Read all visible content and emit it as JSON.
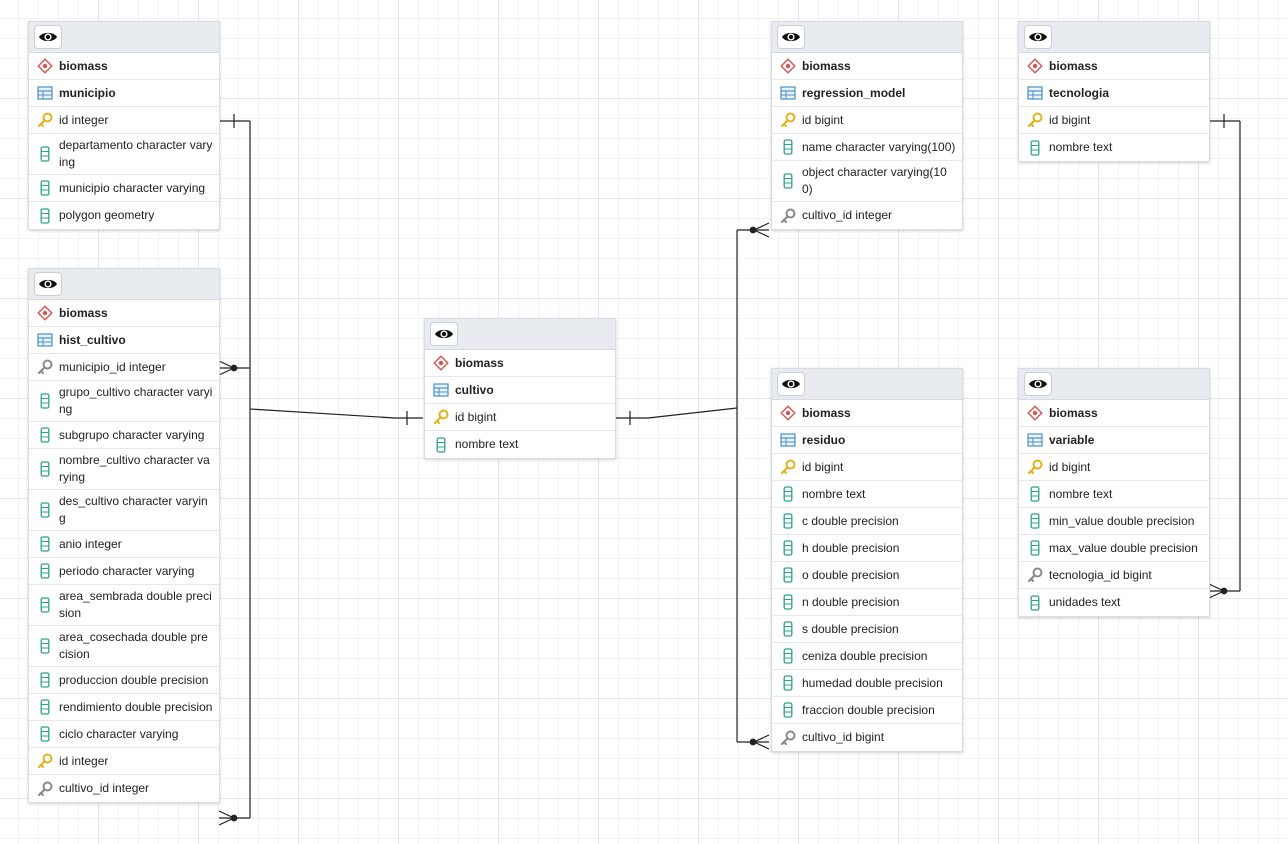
{
  "tables": {
    "municipio": {
      "schema": "biomass",
      "name": "municipio",
      "columns": [
        {
          "text": "id integer",
          "icon": "primary-key-icon"
        },
        {
          "text": "departamento character varying",
          "icon": "column-icon"
        },
        {
          "text": "municipio character varying",
          "icon": "column-icon"
        },
        {
          "text": "polygon geometry",
          "icon": "column-icon"
        }
      ]
    },
    "hist_cultivo": {
      "schema": "biomass",
      "name": "hist_cultivo",
      "columns": [
        {
          "text": "municipio_id integer",
          "icon": "foreign-key-icon"
        },
        {
          "text": "grupo_cultivo character varying",
          "icon": "column-icon"
        },
        {
          "text": "subgrupo character varying",
          "icon": "column-icon"
        },
        {
          "text": "nombre_cultivo character varying",
          "icon": "column-icon"
        },
        {
          "text": "des_cultivo character varying",
          "icon": "column-icon"
        },
        {
          "text": "anio integer",
          "icon": "column-icon"
        },
        {
          "text": "periodo character varying",
          "icon": "column-icon"
        },
        {
          "text": "area_sembrada double precision",
          "icon": "column-icon"
        },
        {
          "text": "area_cosechada double precision",
          "icon": "column-icon"
        },
        {
          "text": "produccion double precision",
          "icon": "column-icon"
        },
        {
          "text": "rendimiento double precision",
          "icon": "column-icon"
        },
        {
          "text": "ciclo character varying",
          "icon": "column-icon"
        },
        {
          "text": "id integer",
          "icon": "primary-key-icon"
        },
        {
          "text": "cultivo_id integer",
          "icon": "foreign-key-icon"
        }
      ]
    },
    "cultivo": {
      "schema": "biomass",
      "name": "cultivo",
      "columns": [
        {
          "text": "id bigint",
          "icon": "primary-key-icon"
        },
        {
          "text": "nombre text",
          "icon": "column-icon"
        }
      ]
    },
    "regression_model": {
      "schema": "biomass",
      "name": "regression_model",
      "columns": [
        {
          "text": "id bigint",
          "icon": "primary-key-icon"
        },
        {
          "text": "name character varying(100)",
          "icon": "column-icon"
        },
        {
          "text": "object character varying(100)",
          "icon": "column-icon"
        },
        {
          "text": "cultivo_id integer",
          "icon": "foreign-key-icon"
        }
      ]
    },
    "tecnologia": {
      "schema": "biomass",
      "name": "tecnologia",
      "columns": [
        {
          "text": "id bigint",
          "icon": "primary-key-icon"
        },
        {
          "text": "nombre text",
          "icon": "column-icon"
        }
      ]
    },
    "residuo": {
      "schema": "biomass",
      "name": "residuo",
      "columns": [
        {
          "text": "id bigint",
          "icon": "primary-key-icon"
        },
        {
          "text": "nombre text",
          "icon": "column-icon"
        },
        {
          "text": "c double precision",
          "icon": "column-icon"
        },
        {
          "text": "h double precision",
          "icon": "column-icon"
        },
        {
          "text": "o double precision",
          "icon": "column-icon"
        },
        {
          "text": "n double precision",
          "icon": "column-icon"
        },
        {
          "text": "s double precision",
          "icon": "column-icon"
        },
        {
          "text": "ceniza double precision",
          "icon": "column-icon"
        },
        {
          "text": "humedad double precision",
          "icon": "column-icon"
        },
        {
          "text": "fraccion double precision",
          "icon": "column-icon"
        },
        {
          "text": "cultivo_id bigint",
          "icon": "foreign-key-icon"
        }
      ]
    },
    "variable": {
      "schema": "biomass",
      "name": "variable",
      "columns": [
        {
          "text": "id bigint",
          "icon": "primary-key-icon"
        },
        {
          "text": "nombre text",
          "icon": "column-icon"
        },
        {
          "text": "min_value double precision",
          "icon": "column-icon"
        },
        {
          "text": "max_value double precision",
          "icon": "column-icon"
        },
        {
          "text": "tecnologia_id bigint",
          "icon": "foreign-key-icon"
        },
        {
          "text": "unidades text",
          "icon": "column-icon"
        }
      ]
    }
  },
  "relationships": [
    {
      "from": "hist_cultivo.municipio_id",
      "to": "municipio.id"
    },
    {
      "from": "hist_cultivo.cultivo_id",
      "to": "cultivo.id"
    },
    {
      "from": "regression_model.cultivo_id",
      "to": "cultivo.id"
    },
    {
      "from": "residuo.cultivo_id",
      "to": "cultivo.id"
    },
    {
      "from": "variable.tecnologia_id",
      "to": "tecnologia.id"
    }
  ],
  "colors": {
    "schema_icon": "#d9534f",
    "table_icon": "#4a90c8",
    "primary_key_icon": "#e3b21c",
    "foreign_key_icon": "#8a8a8a",
    "column_icon": "#2aa58a",
    "link_line": "#222222"
  }
}
